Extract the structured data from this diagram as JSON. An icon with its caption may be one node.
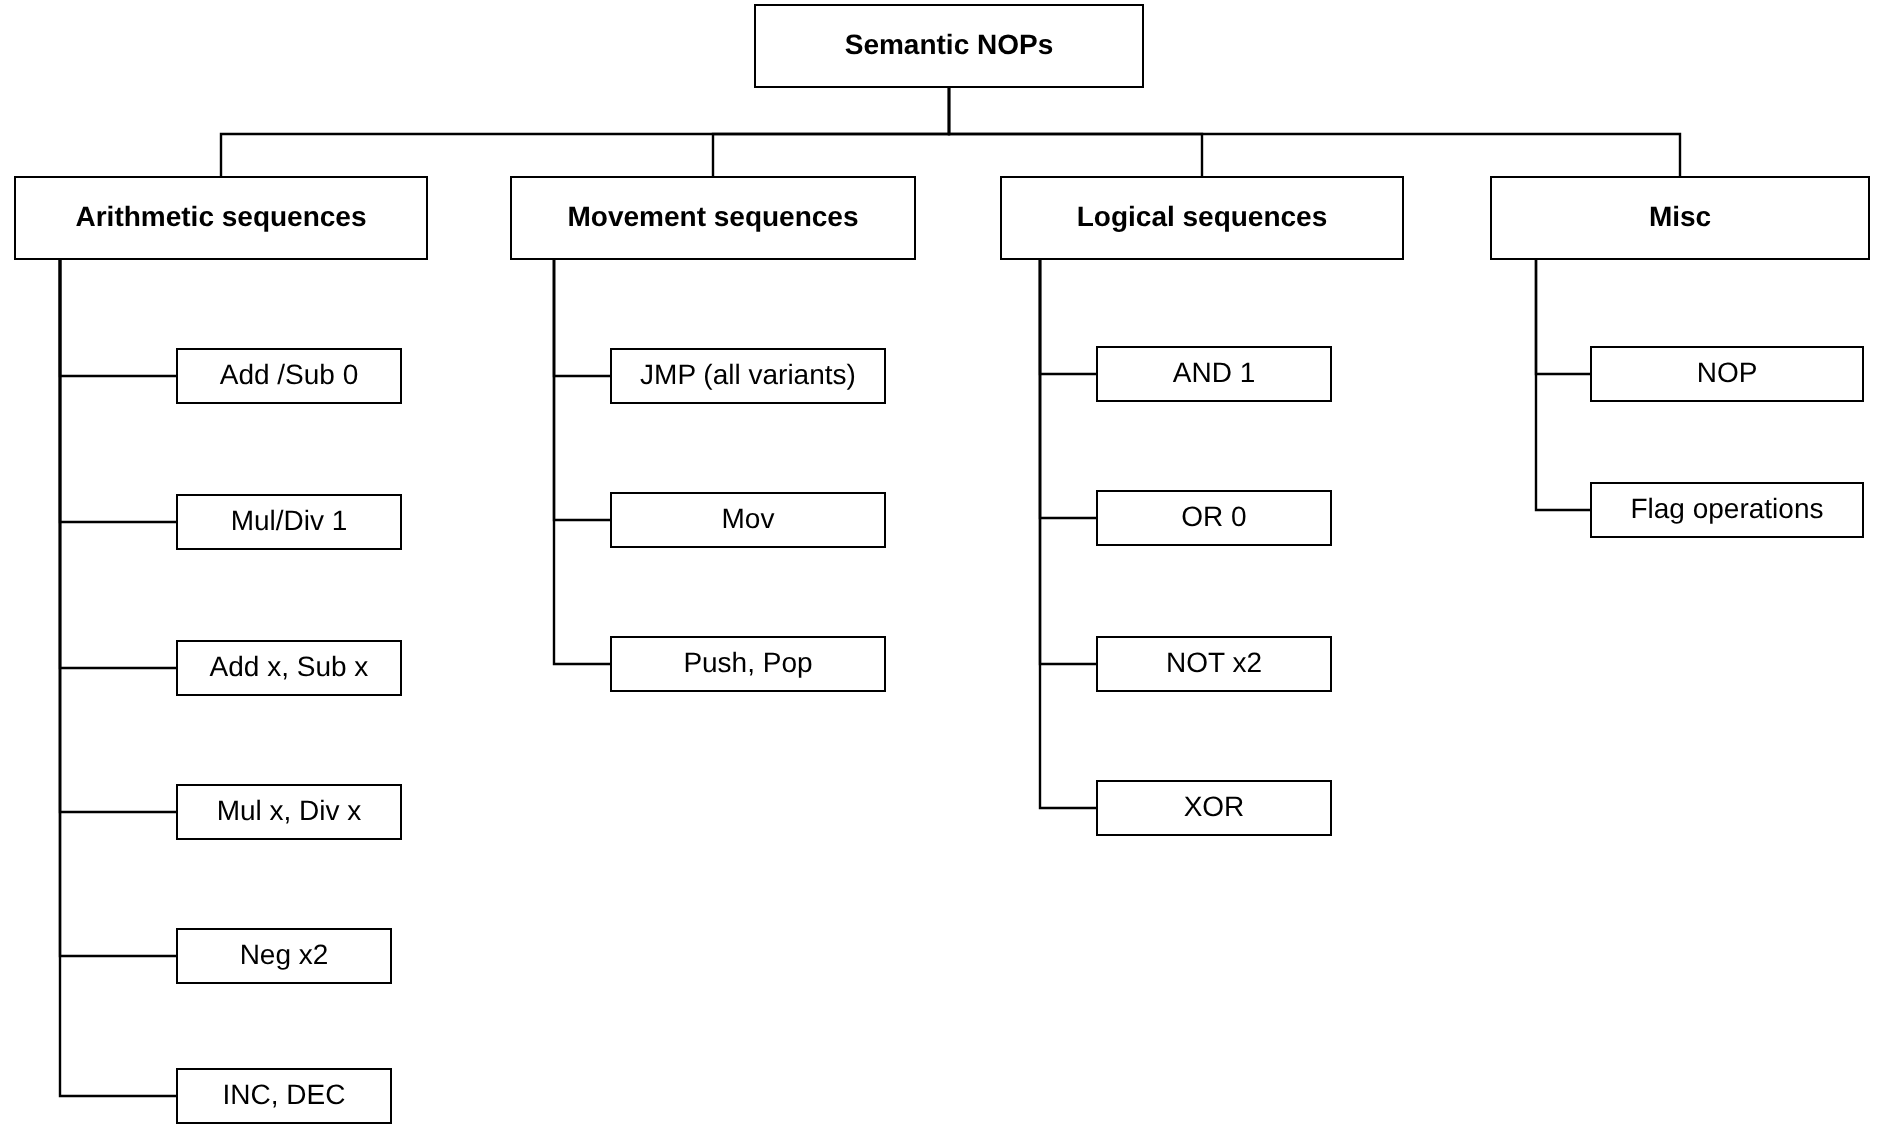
{
  "diagram": {
    "nodes": [
      {
        "text": [
          "Semantic NOPs"
        ]
      },
      {
        "text": [
          "Arithmetic sequences"
        ]
      },
      {
        "text": [
          "Movement sequences"
        ]
      },
      {
        "text": [
          "Logical sequences"
        ]
      },
      {
        "text": [
          "Misc"
        ]
      },
      {
        "text": [
          "Add /Sub 0"
        ]
      },
      {
        "text": [
          "Mul/Div 1"
        ]
      },
      {
        "text": [
          "Add x, Sub x"
        ]
      },
      {
        "text": [
          "Mul x, Div x"
        ]
      },
      {
        "text": [
          "Neg x2"
        ]
      },
      {
        "text": [
          "INC, DEC"
        ]
      },
      {
        "text": [
          "JMP (all variants)"
        ]
      },
      {
        "text": [
          "Mov"
        ]
      },
      {
        "text": [
          "Push, Pop"
        ]
      },
      {
        "text": [
          "AND 1"
        ]
      },
      {
        "text": [
          "OR 0"
        ]
      },
      {
        "text": [
          "NOT x2"
        ]
      },
      {
        "text": [
          "XOR"
        ]
      },
      {
        "text": [
          "NOP"
        ]
      },
      {
        "text": [
          "Flag operations"
        ]
      }
    ],
    "edges": [
      {
        "from": 0,
        "to": 1,
        "arrow": "none"
      },
      {
        "from": 0,
        "to": 2,
        "arrow": "none"
      },
      {
        "from": 0,
        "to": 3,
        "arrow": "none"
      },
      {
        "from": 0,
        "to": 4,
        "arrow": "none"
      },
      {
        "from": 1,
        "to": 5,
        "arrow": "none"
      },
      {
        "from": 1,
        "to": 6,
        "arrow": "none"
      },
      {
        "from": 1,
        "to": 7,
        "arrow": "none"
      },
      {
        "from": 1,
        "to": 8,
        "arrow": "none"
      },
      {
        "from": 1,
        "to": 9,
        "arrow": "none"
      },
      {
        "from": 1,
        "to": 10,
        "arrow": "none"
      },
      {
        "from": 2,
        "to": 11,
        "arrow": "none"
      },
      {
        "from": 2,
        "to": 12,
        "arrow": "none"
      },
      {
        "from": 2,
        "to": 13,
        "arrow": "none"
      },
      {
        "from": 3,
        "to": 14,
        "arrow": "none"
      },
      {
        "from": 3,
        "to": 15,
        "arrow": "none"
      },
      {
        "from": 3,
        "to": 16,
        "arrow": "none"
      },
      {
        "from": 3,
        "to": 17,
        "arrow": "none"
      },
      {
        "from": 4,
        "to": 18,
        "arrow": "none"
      },
      {
        "from": 4,
        "to": 19,
        "arrow": "none"
      }
    ]
  }
}
